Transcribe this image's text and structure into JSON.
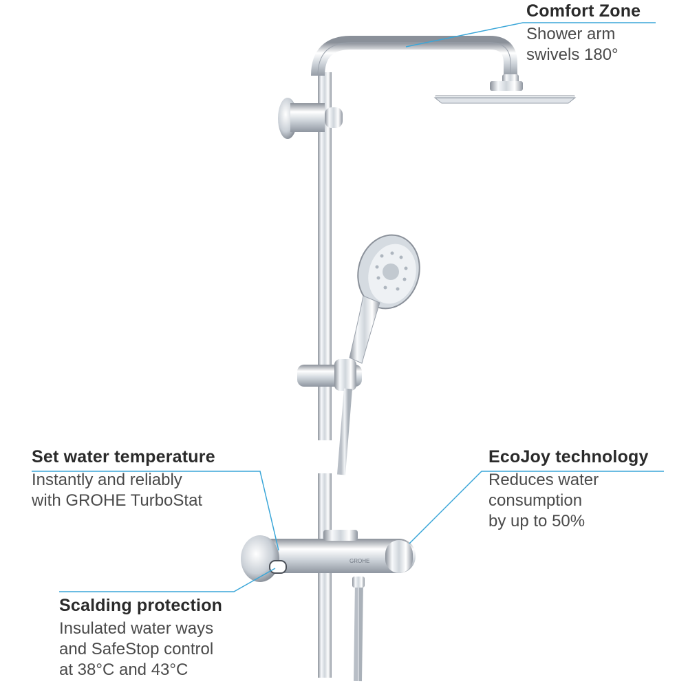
{
  "callouts": {
    "comfort_zone": {
      "title": "Comfort Zone",
      "text": "Shower arm\nswivels 180°"
    },
    "set_temperature": {
      "title": "Set water temperature",
      "text": "Instantly and reliably\nwith GROHE TurboStat"
    },
    "ecojoy": {
      "title": "EcoJoy technology",
      "text": "Reduces water\nconsumption\nby up to 50%"
    },
    "scalding": {
      "title": "Scalding protection",
      "text": "Insulated water ways\nand SafeStop control\nat 38°C and 43°C"
    }
  },
  "colors": {
    "leader_line": "#3aa6d8",
    "chrome_light": "#f4f6f8",
    "chrome_mid": "#c9cfd6",
    "chrome_dark": "#7d8590"
  },
  "logo_text": "GROHE"
}
